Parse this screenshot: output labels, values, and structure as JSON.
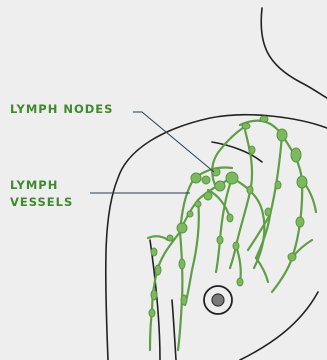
{
  "labels": {
    "lymph_nodes": "LYMPH NODES",
    "lymph_vessels_line1": "LYMPH",
    "lymph_vessels_line2": "VESSELS"
  },
  "colors": {
    "background": "#eeeeee",
    "outline": "#222222",
    "lymph_green": "#6aa84f",
    "vessel_green": "#5f9e45",
    "label_green": "#3f8a2c",
    "leader_line": "#2a3f50"
  }
}
